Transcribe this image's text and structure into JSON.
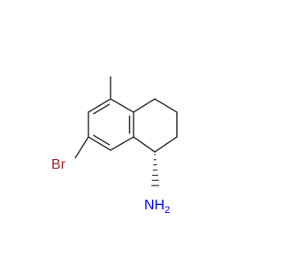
{
  "molecule": {
    "atoms": [
      {
        "id": "c1",
        "element": "C",
        "label": ""
      },
      {
        "id": "c2",
        "element": "C",
        "label": ""
      },
      {
        "id": "c3",
        "element": "C",
        "label": ""
      },
      {
        "id": "c4",
        "element": "C",
        "label": ""
      },
      {
        "id": "c4a",
        "element": "C",
        "label": ""
      },
      {
        "id": "c5",
        "element": "C",
        "label": ""
      },
      {
        "id": "c6",
        "element": "C",
        "label": ""
      },
      {
        "id": "c7",
        "element": "C",
        "label": ""
      },
      {
        "id": "c8",
        "element": "C",
        "label": ""
      },
      {
        "id": "c8a",
        "element": "C",
        "label": ""
      },
      {
        "id": "me",
        "element": "C",
        "label": ""
      },
      {
        "id": "br",
        "element": "Br",
        "label": "Br"
      },
      {
        "id": "n",
        "element": "N",
        "label": "NH",
        "sub": "2"
      }
    ],
    "bonds": [
      {
        "a": "c8a",
        "b": "c1",
        "order": 1
      },
      {
        "a": "c1",
        "b": "c2",
        "order": 1
      },
      {
        "a": "c2",
        "b": "c3",
        "order": 1
      },
      {
        "a": "c3",
        "b": "c4",
        "order": 1
      },
      {
        "a": "c4",
        "b": "c4a",
        "order": 1
      },
      {
        "a": "c4a",
        "b": "c8a",
        "order": 2
      },
      {
        "a": "c4a",
        "b": "c5",
        "order": 1
      },
      {
        "a": "c5",
        "b": "c6",
        "order": 2
      },
      {
        "a": "c6",
        "b": "c7",
        "order": 1
      },
      {
        "a": "c7",
        "b": "c8",
        "order": 2
      },
      {
        "a": "c8",
        "b": "c8a",
        "order": 1
      },
      {
        "a": "c5",
        "b": "me",
        "order": 1
      },
      {
        "a": "c7",
        "b": "br",
        "order": 1
      },
      {
        "a": "c1",
        "b": "n",
        "order": 1,
        "stereo": "hash"
      }
    ]
  },
  "colors": {
    "bond": "#333333",
    "Br": "#a52a2a",
    "N": "#0000ff"
  }
}
